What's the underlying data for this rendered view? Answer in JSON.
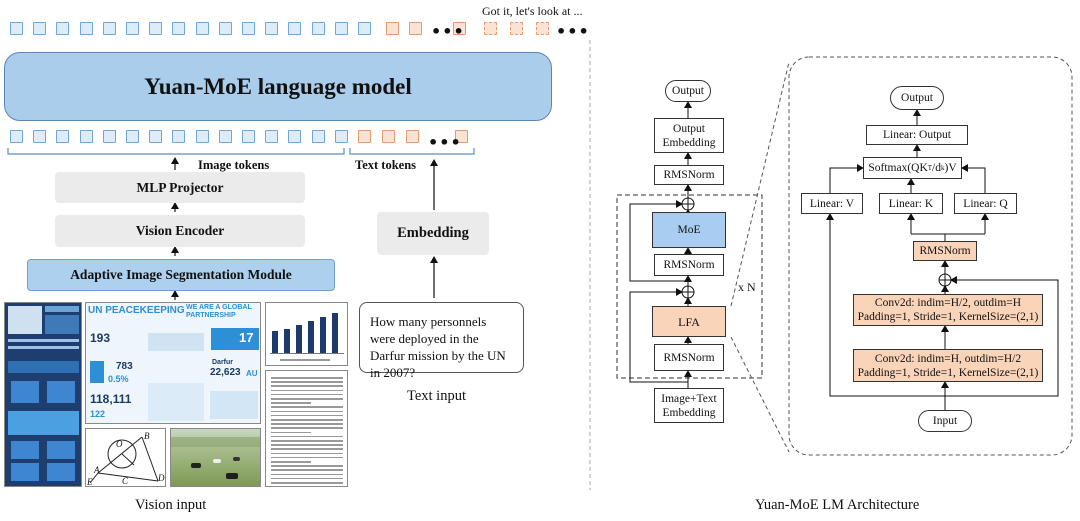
{
  "left": {
    "lm_title": "Yuan-MoE language model",
    "got_it_text": "Got it, let's look at ...",
    "image_tokens_label": "Image tokens",
    "text_tokens_label": "Text tokens",
    "mlp_projector": "MLP Projector",
    "vision_encoder": "Vision Encoder",
    "segmentation_module": "Adaptive Image Segmentation Module",
    "embedding": "Embedding",
    "question": "How many personnels were deployed in the Darfur mission by the UN in 2007?",
    "text_input_caption": "Text input",
    "vision_input_caption": "Vision input",
    "thumbnails": {
      "un_title": "UN PEACEKEEPING",
      "un_partnership": "WE ARE A GLOBAL PARTNERSHIP",
      "un_num1": "193",
      "un_num2": "783",
      "un_num3": "0.5%",
      "un_num4": "17",
      "un_num5": "22,623",
      "un_num6": "118,111",
      "un_num7": "122",
      "un_darfur": "Darfur",
      "un_au": "AU",
      "geo_o": "O",
      "geo_b": "B",
      "geo_a": "A",
      "geo_c": "C",
      "geo_d": "D",
      "geo_e": "E"
    }
  },
  "right": {
    "caption": "Yuan-MoE LM Architecture",
    "output": "Output",
    "output_embedding": "Output Embedding",
    "rmsnorm": "RMSNorm",
    "moe": "MoE",
    "lfa": "LFA",
    "xn": "x N",
    "input_embedding": "Image+Text Embedding",
    "detail": {
      "output": "Output",
      "linear_output": "Linear: Output",
      "softmax": "Softmax(QK",
      "softmax_sup": "T",
      "softmax_mid": "/d",
      "softmax_sub": "k",
      "softmax_end": ")V",
      "linear_v": "Linear: V",
      "linear_k": "Linear: K",
      "linear_q": "Linear: Q",
      "rmsnorm": "RMSNorm",
      "conv1_line1": "Conv2d: indim=H/2, outdim=H",
      "conv1_line2": "Padding=1, Stride=1, KernelSize=(2,1)",
      "conv2_line1": "Conv2d: indim=H, outdim=H/2",
      "conv2_line2": "Padding=1, Stride=1, KernelSize=(2,1)",
      "input": "Input"
    }
  },
  "colors": {
    "token_blue": "#dcecf8",
    "token_orange": "#fbe3d4",
    "lm_blue": "#a9cdeb",
    "moe_blue": "#a9cdf0",
    "lfa_orange": "#f9d4b8",
    "gray": "#ebebeb"
  }
}
